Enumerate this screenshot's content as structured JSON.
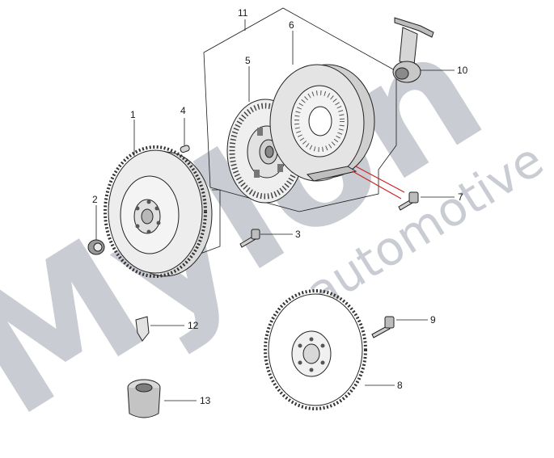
{
  "watermark": {
    "brand": "Mylon",
    "sub": "automotive"
  },
  "callouts": [
    {
      "id": "1",
      "label": "1"
    },
    {
      "id": "2",
      "label": "2"
    },
    {
      "id": "3",
      "label": "3"
    },
    {
      "id": "4",
      "label": "4"
    },
    {
      "id": "5",
      "label": "5"
    },
    {
      "id": "6",
      "label": "6"
    },
    {
      "id": "7",
      "label": "7"
    },
    {
      "id": "8",
      "label": "8"
    },
    {
      "id": "9",
      "label": "9"
    },
    {
      "id": "10",
      "label": "10"
    },
    {
      "id": "11",
      "label": "11"
    },
    {
      "id": "12",
      "label": "12"
    },
    {
      "id": "13",
      "label": "13"
    }
  ],
  "colors": {
    "line": "#1a1a1a",
    "highlight": "#cc2222",
    "watermark": "#c9ccd3",
    "part_fill": "#e6e6e6",
    "part_dark": "#9a9a9a"
  }
}
